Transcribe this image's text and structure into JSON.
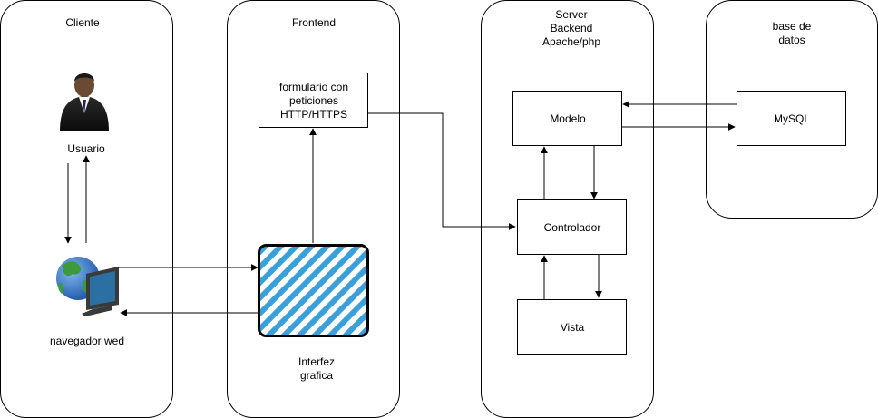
{
  "lanes": {
    "cliente": "Cliente",
    "frontend": "Frontend",
    "server_line1": "Server",
    "server_line2": "Backend",
    "server_line3": "Apache/php",
    "db_line1": "base de",
    "db_line2": "datos"
  },
  "nodes": {
    "usuario": "Usuario",
    "navegador": "navegador wed",
    "form_line1": "formulario con",
    "form_line2": "peticiones",
    "form_line3": "HTTP/HTTPS",
    "interfaz_line1": "Interfez",
    "interfaz_line2": "grafica",
    "modelo": "Modelo",
    "controlador": "Controlador",
    "vista": "Vista",
    "mysql": "MySQL"
  },
  "colors": {
    "stroke": "#000000",
    "hatch": "#3aa0dc",
    "globe_water": "#2f6fc4",
    "globe_land": "#3c9a3c",
    "monitor": "#3a3a3a",
    "monitor_screen": "#2c6fa3"
  },
  "icons": {
    "user": "businessman-icon",
    "browser": "globe-monitor-icon"
  }
}
